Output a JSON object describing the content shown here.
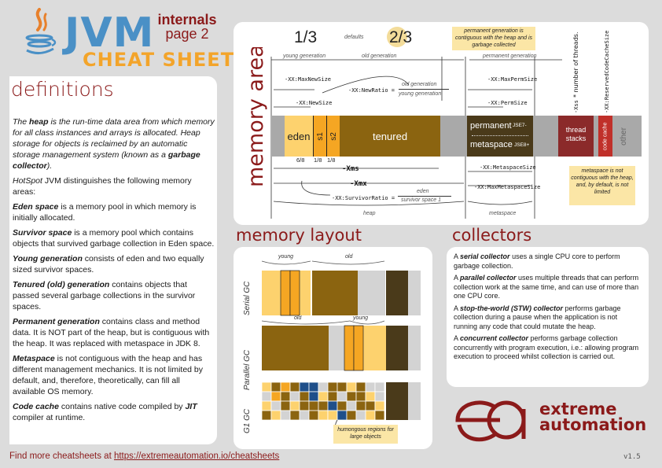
{
  "header": {
    "title": "JVM",
    "subtitle_line1": "internals",
    "subtitle_line2": "page 2",
    "cheat_sheet": "CHEAT SHEET"
  },
  "definitions": {
    "heading": "definitions",
    "heap_term": "heap",
    "heap_pre": "The ",
    "heap_post": " is the run-time data area from which memory for all class instances and arrays is allocated. Heap storage for objects is reclaimed by an automatic storage management system (known as a ",
    "heap_gc": "garbage collector",
    "heap_end": ").",
    "hotspot_term": "HotSpot",
    "hotspot_post": " JVM distinguishes the following memory areas:",
    "eden_term": "Eden space",
    "eden_post": " is a memory pool in which memory is initially allocated.",
    "survivor_term": "Survivor space",
    "survivor_post": " is a memory pool which contains objects that survived garbage collection in Eden space.",
    "young_term": "Young generation",
    "young_post": " consists of eden and two equally sized survivor spaces.",
    "tenured_term": "Tenured (old) generation",
    "tenured_post": " contains objects that passed several garbage collections in the survivor spaces.",
    "perm_term": "Permanent generation",
    "perm_post": " contains class and method data. It is NOT part of the heap, but is contiguous with the heap. It was replaced with metaspace in JDK 8.",
    "meta_term": "Metaspace",
    "meta_post": " is not contiguous with the heap and has different management mechanics. It is not limited by default, and, therefore, theoretically, can fill all available OS memory.",
    "code_term": "Code cache",
    "code_mid": " contains native code compiled by ",
    "code_jit": "JIT",
    "code_post": " compiler at runtime."
  },
  "memory_areas": {
    "heading": "memory areas",
    "frac_young": "1/3",
    "defaults": "defaults",
    "frac_old": "2/3",
    "perm_note": "permanent generation is contiguous with the heap and is garbage collected",
    "young_gen": "young generation",
    "old_gen": "old generation",
    "perm_gen": "permanent generation",
    "max_new_size": "-XX:MaxNewSize",
    "new_size": "-XX:NewSize",
    "new_ratio": "-XX:NewRatio =",
    "new_ratio_num": "old generation",
    "new_ratio_den": "young generation",
    "max_perm_size": "-XX:MaxPermSize",
    "perm_size": "-XX:PermSize",
    "xss": "-Xss",
    "xss_note": "* number of threads.",
    "reserved_code": "-XX:ReservedCodeCacheSize",
    "eden": "eden",
    "s1": "s1",
    "s2": "s2",
    "tenured": "tenured",
    "permanent": "permanent",
    "jse7": "JSE7-",
    "metaspace": "metaspace",
    "jse8": "JSE8+",
    "thread_stacks": "thread stacks",
    "code_cache": "code cache",
    "other": "other",
    "frac_eden": "6/8",
    "frac_s1": "1/8",
    "frac_s2": "1/8",
    "xms": "-Xms",
    "xmx": "-Xmx",
    "metaspace_size": "-XX:MetaspaceSize",
    "max_metaspace_size": "-XX:MaxMetaspaceSize",
    "survivor_ratio": "-XX:SurvivorRatio =",
    "survivor_num": "eden",
    "survivor_den": "survivor space 1",
    "heap_label": "heap",
    "metaspace_label": "metaspace",
    "meta_note": "metaspace is not contiguous with the heap, and, by default, is not limited"
  },
  "memory_layout": {
    "heading": "memory layout",
    "serial_gc": "Serial GC",
    "parallel_gc": "Parallel GC",
    "g1_gc": "G1 GC",
    "young": "young",
    "old": "old",
    "humongous_note": "humongous regions for large objects"
  },
  "collectors": {
    "heading": "collectors",
    "serial_pre": "A ",
    "serial_term": "serial collector",
    "serial_post": " uses a single CPU core to perform garbage collection.",
    "parallel_pre": "A ",
    "parallel_term": "parallel collector",
    "parallel_post": " uses multiple threads that can perform collection work at the same time, and can use of more than one CPU core.",
    "stw_pre": "A ",
    "stw_term": "stop-the-world (STW) collector",
    "stw_post": " performs garbage collection during a pause when the application is not running any code that could mutate the heap.",
    "conc_pre": "A ",
    "conc_term": "concurrent collector",
    "conc_post": " performs garbage collection concurrently with program execution, i.e.: allowing program execution to proceed whilst collection is carried out."
  },
  "brand": {
    "line1": "extreme",
    "line2": "automation"
  },
  "footer": {
    "text": "Find more cheatsheets at ",
    "link": "https://extremeautomation.io/cheatsheets",
    "version": "v1.5"
  },
  "colors": {
    "accent": "#8b1a1a",
    "young": "#fdd26e",
    "survivor": "#f5a623",
    "tenured": "#8b6410",
    "permanent": "#4a3a1a",
    "thread": "#8b2a2a",
    "code": "#c0302a",
    "other": "#a9a9a9",
    "blue": "#4a90c6"
  }
}
